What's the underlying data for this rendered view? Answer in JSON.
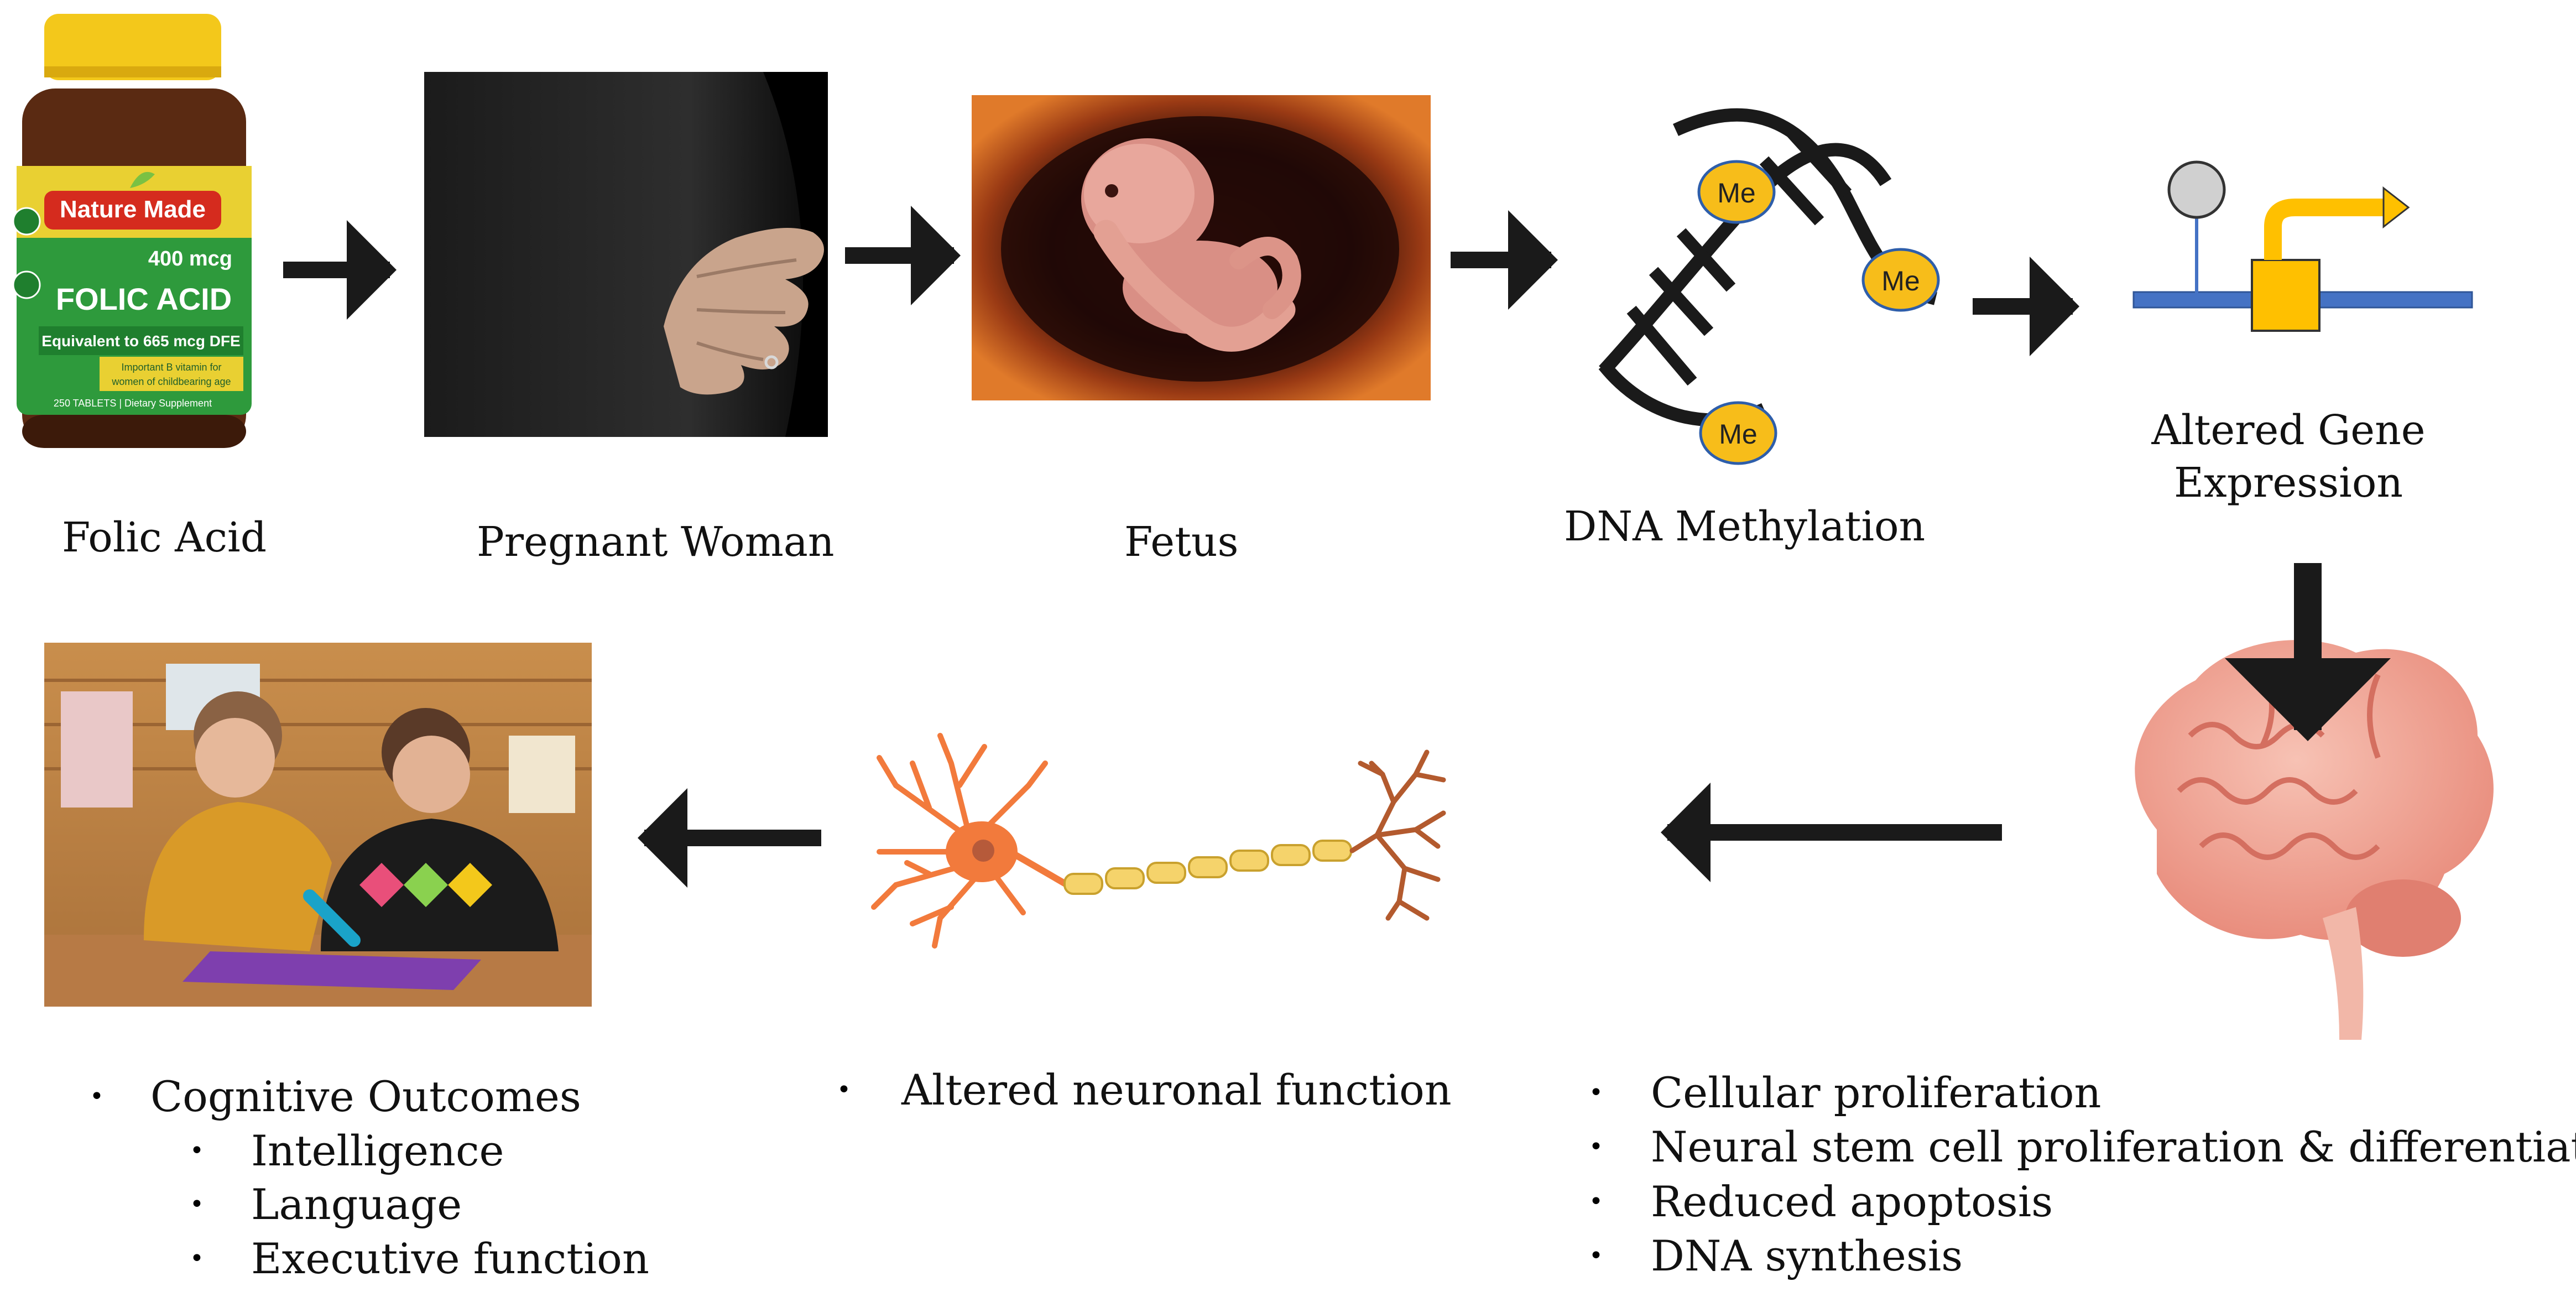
{
  "steps": {
    "folic_acid": "Folic Acid",
    "pregnant_woman": "Pregnant Woman",
    "fetus": "Fetus",
    "dna_methylation": "DNA Methylation",
    "altered_gene_line1": "Altered Gene",
    "altered_gene_line2": "Expression"
  },
  "bottle": {
    "brand": "Nature Made",
    "dose": "400 mcg",
    "product": "FOLIC ACID",
    "equivalent": "Equivalent to 665 mcg DFE",
    "note1": "Important B vitamin for",
    "note2": "women of childbearing age",
    "footer": "250 TABLETS | Dietary Supplement"
  },
  "methyl_label": "Me",
  "brain_effects": [
    "Cellular proliferation",
    "Neural stem cell proliferation & differentiation",
    "Reduced apoptosis",
    "DNA synthesis"
  ],
  "neuron_effect": "Altered neuronal function",
  "outcomes": {
    "title": "Cognitive  Outcomes",
    "items": [
      "Intelligence",
      "Language",
      "Executive function"
    ]
  },
  "colors": {
    "arrow": "#1a1a1a",
    "methyl_fill": "#f7bd1a",
    "gene_line": "#4472c4",
    "gene_box": "#ffc000",
    "brain": "#f0a89a",
    "neuron_soma": "#f27a3c",
    "myelin": "#f5d36b",
    "bottle_cap": "#f3c81b",
    "bottle_label_green": "#2e9a3c",
    "brand_red": "#d52b1e"
  }
}
